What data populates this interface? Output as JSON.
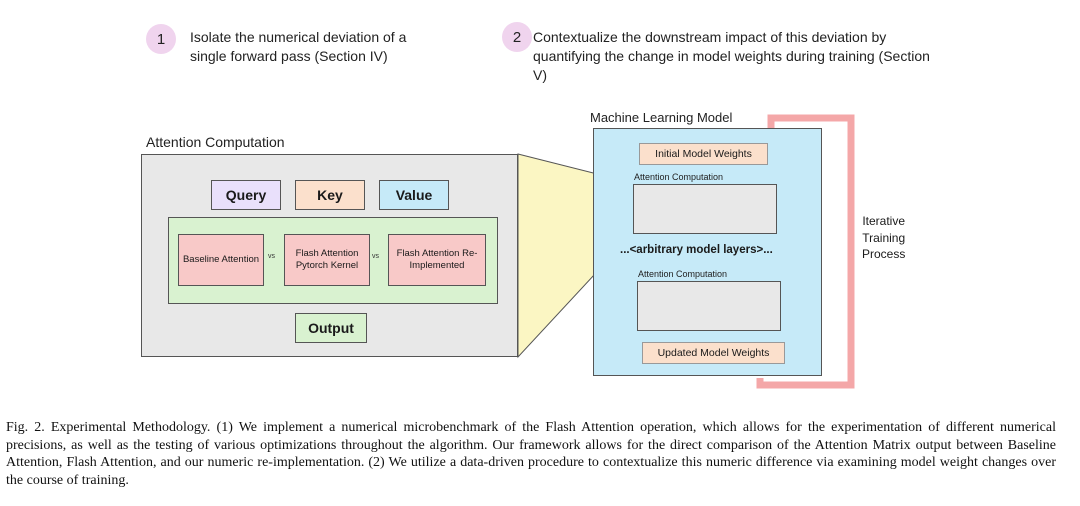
{
  "steps": [
    {
      "number": "1",
      "text": "Isolate the numerical deviation of a single forward pass (Section IV)"
    },
    {
      "number": "2",
      "text": "Contextualize the downstream impact of this deviation by quantifying the change in model weights during training (Section V)"
    }
  ],
  "attention_panel": {
    "title": "Attention Computation",
    "inputs": [
      "Query",
      "Key",
      "Value"
    ],
    "methods": [
      "Baseline Attention",
      "Flash Attention Pytorch Kernel",
      "Flash Attention Re-Implemented"
    ],
    "vs_label": "vs",
    "output": "Output"
  },
  "ml_panel": {
    "title": "Machine Learning Model",
    "initial_weights": "Initial Model Weights",
    "attention_label_top": "Attention Computation",
    "arbitrary_layers": "...<arbitrary model layers>...",
    "attention_label_bottom": "Attention Computation",
    "updated_weights": "Updated Model Weights"
  },
  "loop_label": "Iterative\nTraining\nProcess",
  "colors": {
    "step_badge": "#f0d4ee",
    "attention_panel": "#e8e8e8",
    "query": "#e9e0fb",
    "key": "#fbe0cc",
    "value": "#c6eaf8",
    "methods_container": "#d9f2d0",
    "method_box": "#f8c9c8",
    "ml_panel": "#c6eaf8",
    "weights_box": "#fbe0cc",
    "zoom_wedge": "#fbf6c3",
    "loop_arrow": "#f4a7a8"
  },
  "caption": "Fig. 2.  Experimental Methodology. (1) We implement a numerical microbenchmark of the Flash Attention operation, which allows for the experimentation of different numerical precisions, as well as the testing of various optimizations throughout the algorithm. Our framework allows for the direct comparison of the Attention Matrix output between Baseline Attention, Flash Attention, and our numeric re-implementation. (2) We utilize a data-driven procedure to contextualize this numeric difference via examining model weight changes over the course of training."
}
